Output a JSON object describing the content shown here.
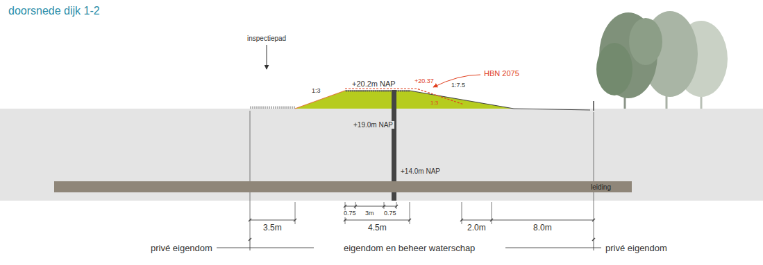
{
  "diagram": {
    "title": "doorsnede dijk 1-2",
    "nodes": [
      {
        "text": [
          "leiding"
        ]
      }
    ],
    "labels": [
      "inspectiepad",
      "HBN 2075",
      "+20.2m NAP",
      "+20.37",
      "1:3",
      "1:7.5",
      "1:3",
      "+19.0m NAP",
      "+14.0m NAP",
      "0.75",
      "3m",
      "0.75",
      "3.5m",
      "4.5m",
      "2.0m",
      "8.0m",
      "privé eigendom",
      "eigendom en beheer waterschap",
      "privé eigendom"
    ]
  }
}
